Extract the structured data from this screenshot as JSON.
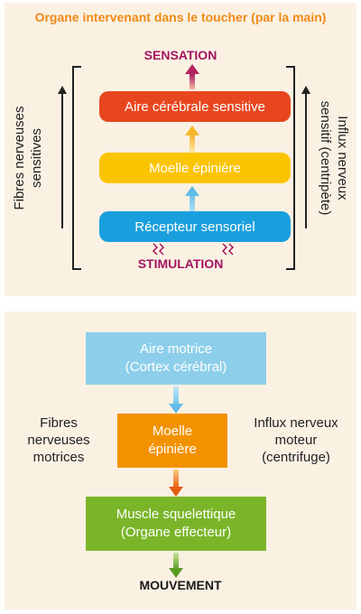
{
  "top": {
    "title": "Organe intervenant dans le toucher (par la main)",
    "sensation": "SENSATION",
    "stimulation": "STIMULATION",
    "boxes": {
      "aire": "Aire cérébrale sensitive",
      "moelle": "Moelle épinière",
      "recepteur": "Récepteur sensoriel"
    },
    "left_label": "Fibres nerveuses\nsensitives",
    "right_label": "Influx nerveux\nsensitif (centripète)"
  },
  "bottom": {
    "boxes": {
      "aire": "Aire motrice\n(Cortex cérébral)",
      "moelle": "Moelle\népinière",
      "muscle": "Muscle squelettique\n(Organe effecteur)"
    },
    "left_label": "Fibres\nnerveuses\nmotrices",
    "right_label": "Influx nerveux\nmoteur\n(centrifuge)",
    "mouvement": "MOUVEMENT"
  },
  "colors": {
    "panel_bg": "#fbf1e3",
    "title": "#ee8a17",
    "sensation_stimulation": "#a3155f",
    "aire_sensitive": "#e8461e",
    "moelle_sensitive": "#fbc400",
    "recepteur": "#1a9fde",
    "aire_motrice": "#8dcfea",
    "moelle_motrice": "#f39200",
    "muscle": "#7ab529",
    "mouvement": "#1a1a1a"
  }
}
